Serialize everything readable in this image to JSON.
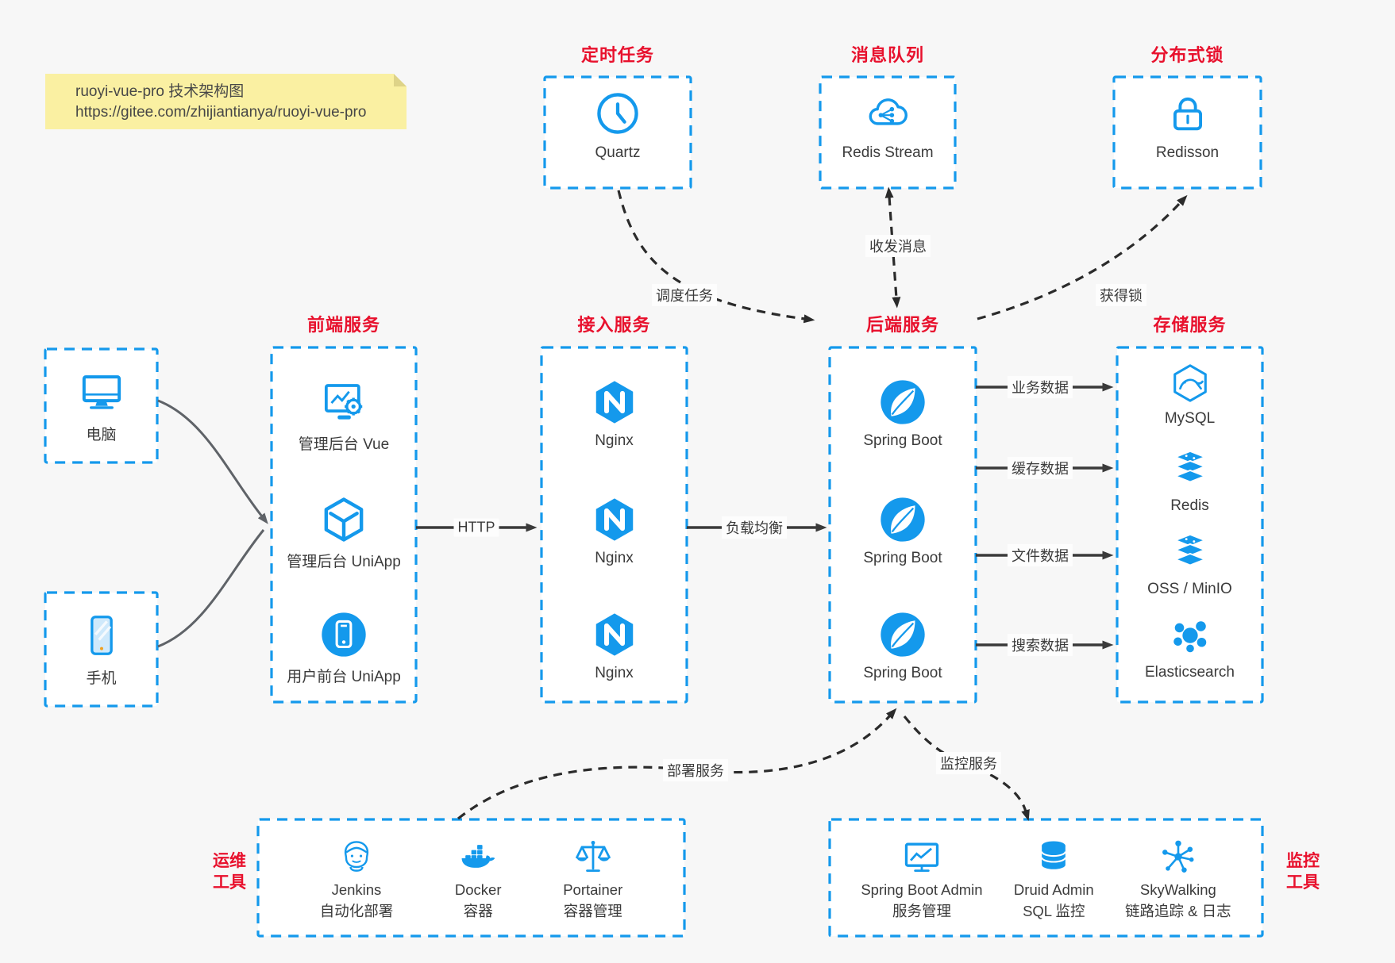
{
  "colors": {
    "accent": "#1499ec",
    "red": "#e8112d",
    "background": "#f7f7f7",
    "text": "#3b3b3b"
  },
  "note": {
    "line1": "ruoyi-vue-pro 技术架构图",
    "line2": "https://gitee.com/zhijiantianya/ruoyi-vue-pro"
  },
  "top": [
    {
      "title": "定时任务",
      "label": "Quartz"
    },
    {
      "title": "消息队列",
      "label": "Redis Stream"
    },
    {
      "title": "分布式锁",
      "label": "Redisson"
    }
  ],
  "clients": [
    {
      "label": "电脑"
    },
    {
      "label": "手机"
    }
  ],
  "columns": [
    {
      "title": "前端服务",
      "items": [
        {
          "label": "管理后台 Vue"
        },
        {
          "label": "管理后台 UniApp"
        },
        {
          "label": "用户前台 UniApp"
        }
      ]
    },
    {
      "title": "接入服务",
      "items": [
        {
          "label": "Nginx"
        },
        {
          "label": "Nginx"
        },
        {
          "label": "Nginx"
        }
      ]
    },
    {
      "title": "后端服务",
      "items": [
        {
          "label": "Spring Boot"
        },
        {
          "label": "Spring Boot"
        },
        {
          "label": "Spring Boot"
        }
      ]
    },
    {
      "title": "存储服务",
      "items": [
        {
          "label": "MySQL"
        },
        {
          "label": "Redis"
        },
        {
          "label": "OSS / MinIO"
        },
        {
          "label": "Elasticsearch"
        }
      ]
    }
  ],
  "bottom": [
    {
      "side": [
        "运维",
        "工具"
      ],
      "items": [
        {
          "name": "Jenkins",
          "desc": "自动化部署"
        },
        {
          "name": "Docker",
          "desc": "容器"
        },
        {
          "name": "Portainer",
          "desc": "容器管理"
        }
      ]
    },
    {
      "side": [
        "监控",
        "工具"
      ],
      "items": [
        {
          "name": "Spring Boot Admin",
          "desc": "服务管理"
        },
        {
          "name": "Druid Admin",
          "desc": "SQL 监控"
        },
        {
          "name": "SkyWalking",
          "desc": "链路追踪 & 日志"
        }
      ]
    }
  ],
  "edges": {
    "http": "HTTP",
    "load_balance": "负载均衡",
    "business_data": "业务数据",
    "cache_data": "缓存数据",
    "file_data": "文件数据",
    "search_data": "搜索数据",
    "schedule_task": "调度任务",
    "send_receive_msg": "收发消息",
    "acquire_lock": "获得锁",
    "deploy_service": "部署服务",
    "monitor_service": "监控服务"
  }
}
